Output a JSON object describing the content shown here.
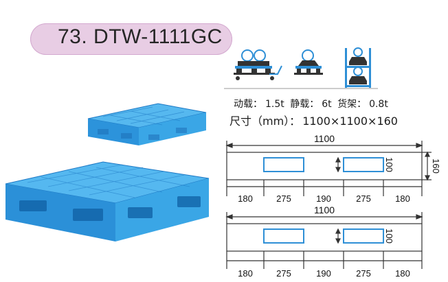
{
  "title": "73. DTW-1111GC",
  "loads": {
    "dynamic_label": "动载：",
    "dynamic_value": "1.5t",
    "static_label": "静载：",
    "static_value": "6t",
    "rack_label": "货架：",
    "rack_value": "0.8t"
  },
  "size": {
    "label": "尺寸（mm）：",
    "value": "1100×1100×160"
  },
  "drawings": {
    "total_width": "1100",
    "height": "160",
    "opening_height": "100",
    "segments": [
      "180",
      "275",
      "190",
      "275",
      "180"
    ]
  },
  "colors": {
    "pallet": "#3aa6e6",
    "pallet_dark": "#1d78c4",
    "icon_blue": "#2e8fd6",
    "pill": "#e8cde4",
    "drawing_line": "#333333"
  }
}
